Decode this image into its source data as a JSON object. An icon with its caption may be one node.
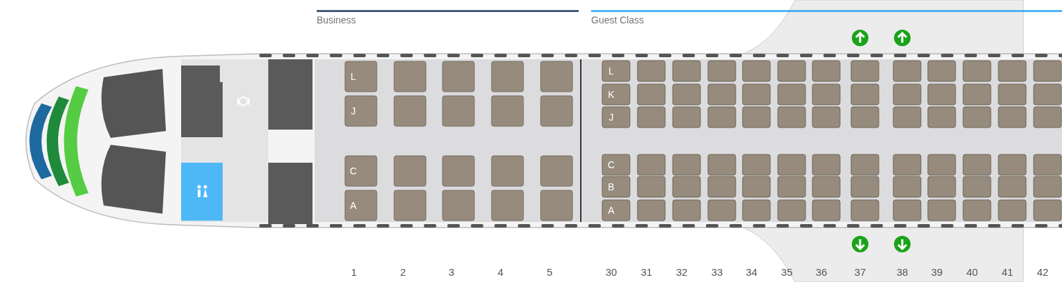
{
  "diagram": {
    "labels": [
      "Business",
      "Guest Class",
      "L",
      "J",
      "C",
      "A",
      "L",
      "K",
      "J",
      "C",
      "B",
      "A",
      "1",
      "2",
      "3",
      "4",
      "5",
      "30",
      "31",
      "32",
      "33",
      "34",
      "35",
      "36",
      "37",
      "38",
      "39",
      "40",
      "41",
      "42"
    ]
  }
}
